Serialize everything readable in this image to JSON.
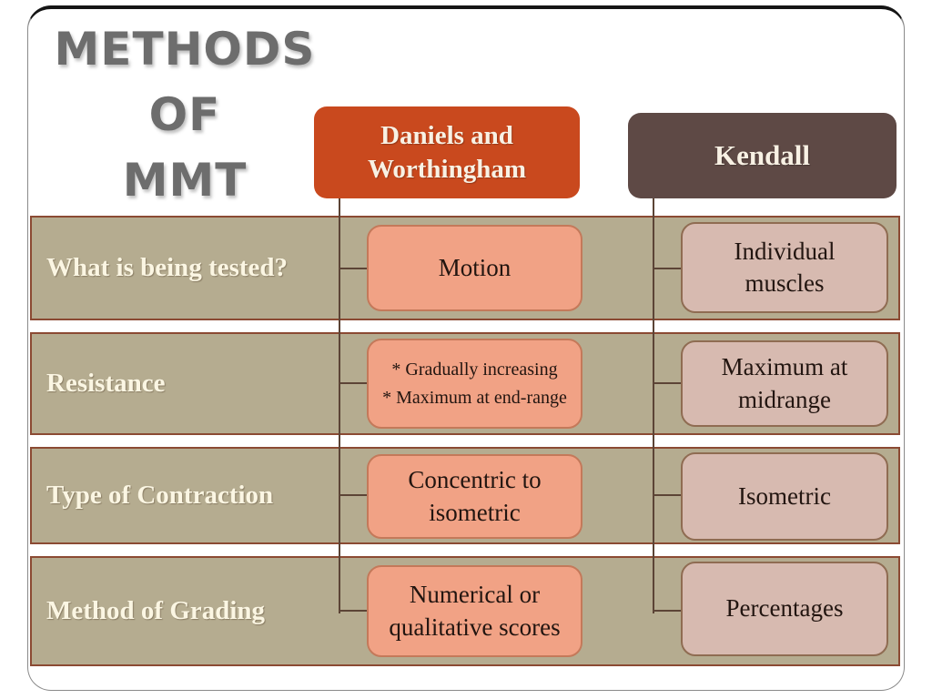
{
  "slide": {
    "title_lines": [
      "METHODS",
      "OF",
      "MMT"
    ]
  },
  "headers": {
    "daniels": "Daniels and Worthingham",
    "kendall": "Kendall"
  },
  "rows": [
    {
      "label": "What is being tested?",
      "daniels": "Motion",
      "kendall": "Individual muscles"
    },
    {
      "label": "Resistance",
      "daniels_lines": [
        "* Gradually increasing",
        "* Maximum at end-range"
      ],
      "kendall": "Maximum at midrange"
    },
    {
      "label": "Type of Contraction",
      "daniels": "Concentric to isometric",
      "kendall": "Isometric"
    },
    {
      "label": "Method of Grading",
      "daniels": "Numerical or qualitative scores",
      "kendall": "Percentages"
    }
  ],
  "colors": {
    "daniels_header_bg": "#C9491E",
    "kendall_header_bg": "#5E4945",
    "row_band_bg": "#B5AC90",
    "row_band_border": "#8B4A33",
    "daniels_box_bg": "#F1A285",
    "daniels_box_border": "#C4795A",
    "kendall_box_bg": "#D7BAB0",
    "kendall_box_border": "#8F6C52",
    "connector_line": "#5C4436",
    "title_text": "#6D6D6D",
    "label_text": "#FBF6E3"
  }
}
